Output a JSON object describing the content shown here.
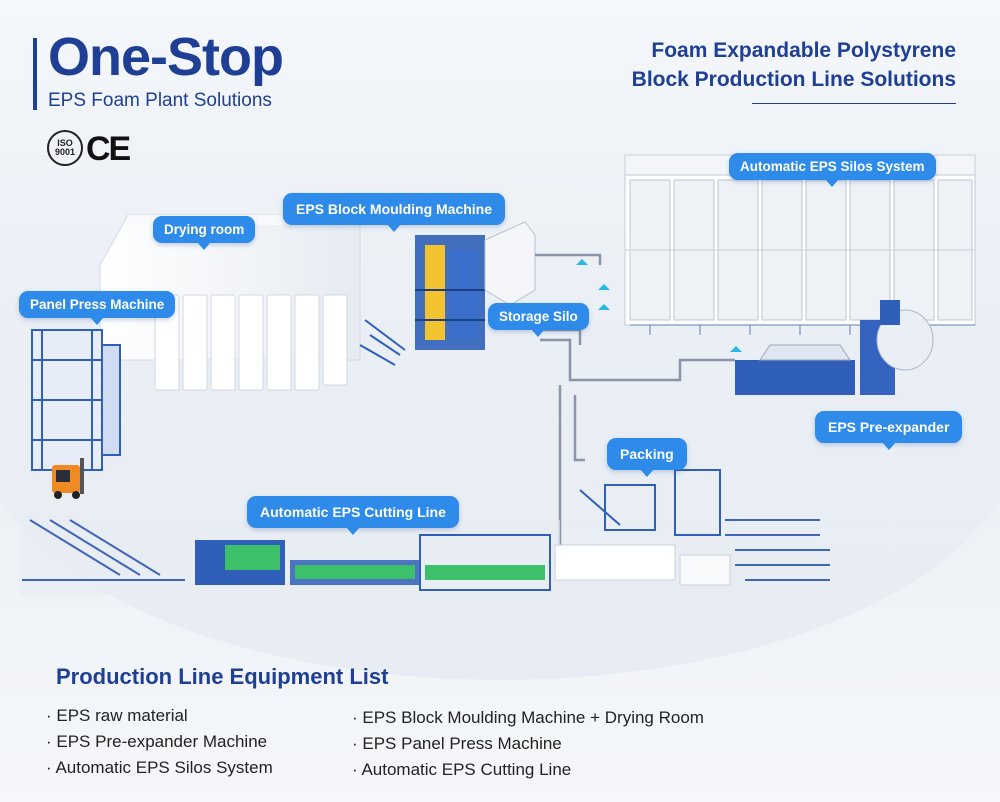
{
  "header": {
    "title": "One-Stop",
    "subtitle": "EPS Foam Plant Solutions",
    "cert_iso": "ISO 9001",
    "cert_ce": "CE",
    "headline_line1": "Foam Expandable Polystyrene",
    "headline_line2": "Block Production Line Solutions"
  },
  "callouts": {
    "silos": "Automatic EPS Silos System",
    "moulding": "EPS Block Moulding Machine",
    "drying": "Drying room",
    "panel_press": "Panel Press Machine",
    "storage_silo": "Storage Silo",
    "pre_expander": "EPS Pre-expander",
    "packing": "Packing",
    "cutting": "Automatic EPS Cutting Line"
  },
  "equipment_list": {
    "title": "Production Line Equipment List",
    "left": [
      "· EPS raw material",
      "· EPS Pre-expander Machine",
      "· Automatic EPS Silos System"
    ],
    "right": [
      "· EPS Block Moulding Machine + Drying Room",
      "· EPS Panel Press Machine",
      "· Automatic EPS Cutting Line"
    ]
  },
  "colors": {
    "brand_blue": "#1e3f94",
    "callout_blue": "#2e8bea",
    "machine_blue": "#2f5fb8",
    "accent_green": "#3cc06a"
  }
}
